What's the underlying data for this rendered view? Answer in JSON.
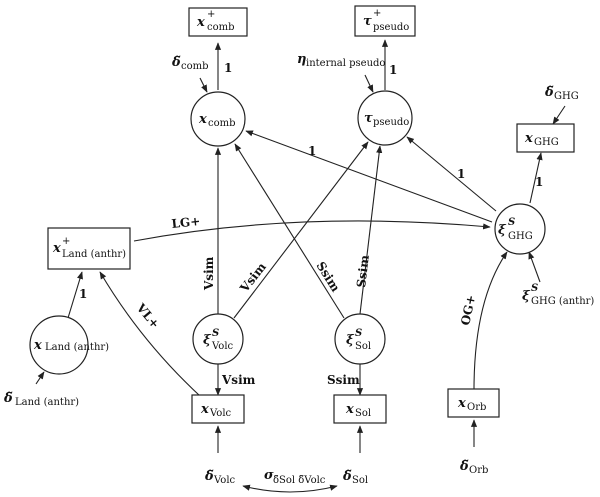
{
  "diagram": {
    "type": "path-diagram",
    "nodes": [
      {
        "id": "x_comb_plus",
        "shape": "box",
        "main": "x",
        "sup": "+",
        "sub": "comb"
      },
      {
        "id": "tau_pseudo_plus",
        "shape": "box",
        "main": "τ",
        "sup": "+",
        "sub": "pseudo"
      },
      {
        "id": "x_comb",
        "shape": "circle",
        "main": "x",
        "sup": "",
        "sub": "comb"
      },
      {
        "id": "tau_pseudo",
        "shape": "circle",
        "main": "τ",
        "sup": "",
        "sub": "pseudo"
      },
      {
        "id": "x_GHG",
        "shape": "box",
        "main": "x",
        "sup": "",
        "sub": "GHG"
      },
      {
        "id": "xi_GHG",
        "shape": "circle",
        "main": "ξ",
        "sup": "S",
        "sub": "GHG"
      },
      {
        "id": "x_Land_plus",
        "shape": "box",
        "main": "x",
        "sup": "+",
        "sub": "Land (anthr)"
      },
      {
        "id": "x_Land",
        "shape": "circle",
        "main": "x",
        "sup": "",
        "sub": "Land (anthr)"
      },
      {
        "id": "xi_Volc",
        "shape": "circle",
        "main": "ξ",
        "sup": "S",
        "sub": "Volc"
      },
      {
        "id": "xi_Sol",
        "shape": "circle",
        "main": "ξ",
        "sup": "S",
        "sub": "Sol"
      },
      {
        "id": "x_Volc",
        "shape": "box",
        "main": "x",
        "sup": "",
        "sub": "Volc"
      },
      {
        "id": "x_Sol",
        "shape": "box",
        "main": "x",
        "sup": "",
        "sub": "Sol"
      },
      {
        "id": "x_Orb",
        "shape": "box",
        "main": "x",
        "sup": "",
        "sub": "Orb"
      }
    ],
    "error_terms": [
      {
        "id": "delta_comb",
        "main": "δ̃",
        "sub": "comb"
      },
      {
        "id": "eta_internal",
        "main": "η",
        "sub": "internal pseudo"
      },
      {
        "id": "delta_GHG",
        "main": "δ̃",
        "sub": "GHG"
      },
      {
        "id": "xi_GHG_anthr",
        "main": "ξ",
        "sup": "S",
        "sub": "GHG (anthr)"
      },
      {
        "id": "delta_Land",
        "main": "δ̃",
        "sub": "Land (anthr)"
      },
      {
        "id": "delta_Volc",
        "main": "δ̃",
        "sub": "Volc"
      },
      {
        "id": "delta_Sol",
        "main": "δ̃",
        "sub": "Sol"
      },
      {
        "id": "delta_Orb",
        "main": "δ̃",
        "sub": "Orb"
      }
    ],
    "edges": [
      {
        "from": "x_comb",
        "to": "x_comb_plus",
        "label": "1"
      },
      {
        "from": "tau_pseudo",
        "to": "tau_pseudo_plus",
        "label": "1"
      },
      {
        "from": "xi_GHG",
        "to": "x_comb",
        "label": "1"
      },
      {
        "from": "xi_GHG",
        "to": "tau_pseudo",
        "label": "1"
      },
      {
        "from": "xi_GHG",
        "to": "x_GHG",
        "label": "1"
      },
      {
        "from": "x_Land_plus",
        "to": "xi_GHG",
        "label": "LG+"
      },
      {
        "from": "x_Land",
        "to": "x_Land_plus",
        "label": "1"
      },
      {
        "from": "x_Volc",
        "to": "x_Land_plus",
        "label": "VL+"
      },
      {
        "from": "xi_Volc",
        "to": "x_comb",
        "label": "Vsim"
      },
      {
        "from": "xi_Volc",
        "to": "tau_pseudo",
        "label": "Vsim"
      },
      {
        "from": "xi_Sol",
        "to": "x_comb",
        "label": "Ssim"
      },
      {
        "from": "xi_Sol",
        "to": "tau_pseudo",
        "label": "Ssim"
      },
      {
        "from": "xi_Volc",
        "to": "x_Volc",
        "label": "Vsim"
      },
      {
        "from": "xi_Sol",
        "to": "x_Sol",
        "label": "Ssim"
      },
      {
        "from": "x_Orb",
        "to": "xi_GHG",
        "label": "OG+"
      },
      {
        "from": "delta_comb",
        "to": "x_comb",
        "label": ""
      },
      {
        "from": "eta_internal",
        "to": "tau_pseudo",
        "label": ""
      },
      {
        "from": "delta_GHG",
        "to": "x_GHG",
        "label": ""
      },
      {
        "from": "xi_GHG_anthr",
        "to": "xi_GHG",
        "label": ""
      },
      {
        "from": "delta_Land",
        "to": "x_Land",
        "label": ""
      },
      {
        "from": "delta_Volc",
        "to": "x_Volc",
        "label": ""
      },
      {
        "from": "delta_Sol",
        "to": "x_Sol",
        "label": ""
      },
      {
        "from": "delta_Orb",
        "to": "x_Orb",
        "label": ""
      }
    ],
    "covariance": {
      "between": [
        "delta_Volc",
        "delta_Sol"
      ],
      "label_main": "σ",
      "label_sub": "δ̃Sol δ̃Volc"
    }
  }
}
